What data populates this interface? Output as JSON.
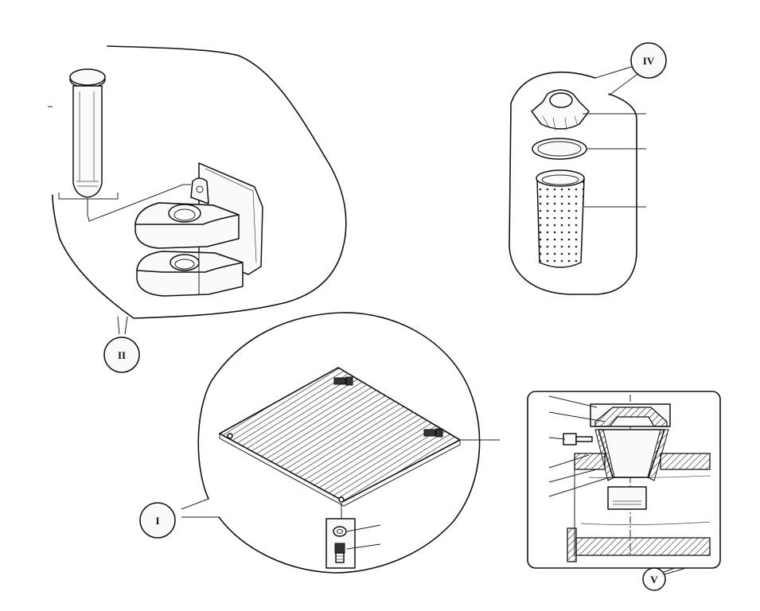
{
  "callouts": {
    "view_i": "I",
    "view_ii": "II",
    "view_iv": "IV",
    "view_v": "V"
  },
  "colors": {
    "line": "#111111",
    "background": "#ffffff",
    "hatch": "#222222"
  }
}
